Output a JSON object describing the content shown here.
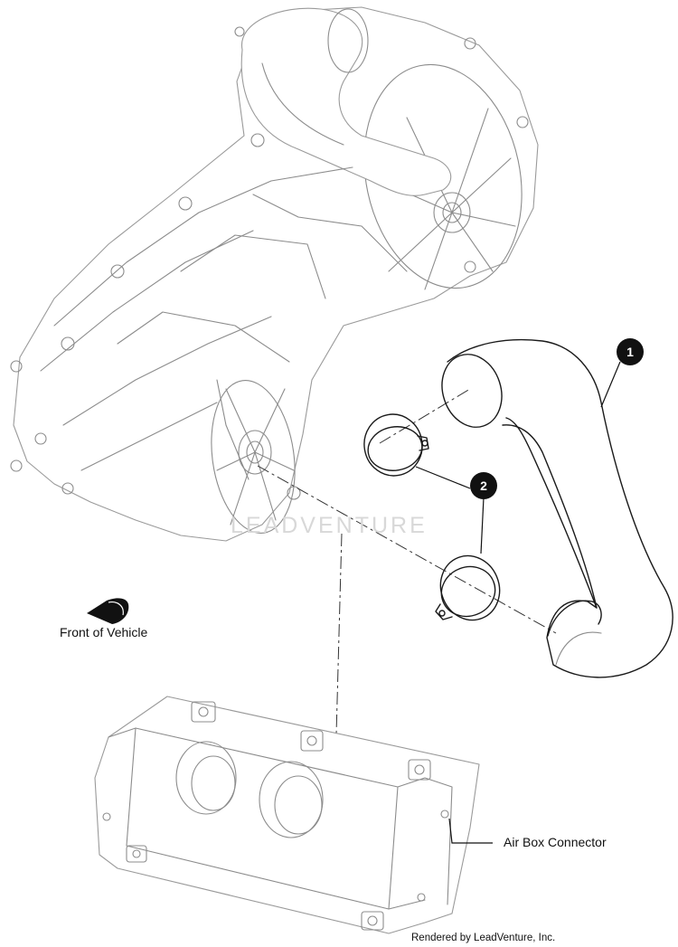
{
  "labels": {
    "front_of_vehicle": "Front of Vehicle",
    "air_box_connector": "Air Box Connector"
  },
  "callouts": [
    {
      "number": "1"
    },
    {
      "number": "2"
    }
  ],
  "footer": {
    "rendered_by": "Rendered by LeadVenture, Inc."
  },
  "watermark": {
    "text": "LEADVENTURE"
  },
  "colors": {
    "line": "#1a1a1a",
    "ghost_line": "#9a9a9a",
    "callout_fill": "#111111"
  }
}
